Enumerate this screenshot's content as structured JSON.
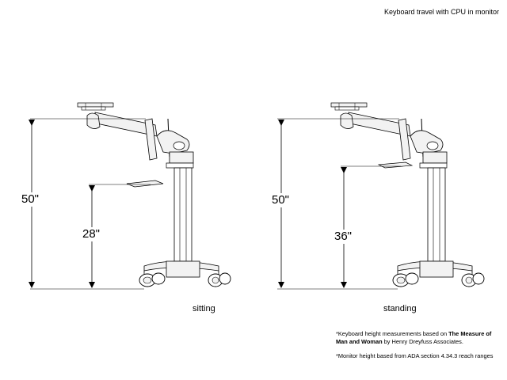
{
  "title": "Keyboard travel with CPU in monitor",
  "sitting": {
    "total_height_label": "50\"",
    "keyboard_height_label": "28\"",
    "caption": "sitting"
  },
  "standing": {
    "total_height_label": "50\"",
    "keyboard_height_label": "36\"",
    "caption": "standing"
  },
  "notes": {
    "note1_prefix": "*Keyboard height measurements based on ",
    "note1_book": "The Measure of Man and Woman",
    "note1_suffix": " by Henry Dreyfuss Associates.",
    "note2": "*Monitor height based from ADA section 4.34.3 reach ranges"
  },
  "colors": {
    "line": "#000000",
    "background": "#ffffff",
    "fill": "#f2f2f2"
  }
}
